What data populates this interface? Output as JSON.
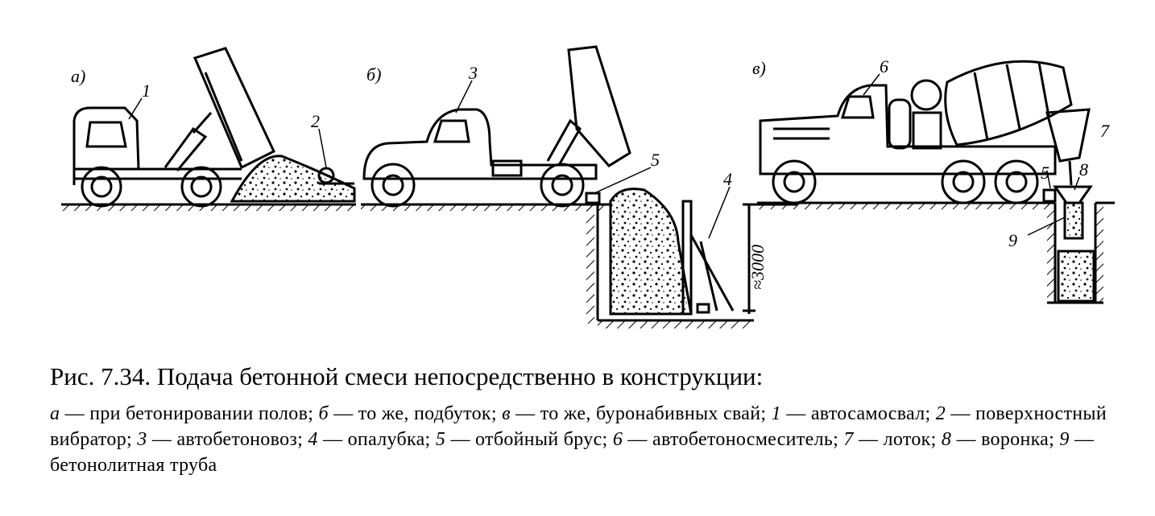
{
  "figure": {
    "panels": [
      {
        "id": "a",
        "label": "а)"
      },
      {
        "id": "b",
        "label": "б)"
      },
      {
        "id": "v",
        "label": "в)"
      }
    ],
    "callouts": [
      "1",
      "2",
      "3",
      "4",
      "5",
      "5",
      "6",
      "7",
      "8",
      "9"
    ],
    "dimension_text": "≈3000"
  },
  "caption": {
    "title": "Рис. 7.34. Подача бетонной смеси непосредственно в конструкции:",
    "items": [
      {
        "key": "а",
        "text": " — при бетонировании полов; "
      },
      {
        "key": "б",
        "text": " — то же, подбуток; "
      },
      {
        "key": "в",
        "text": " — то же, буронабивных свай; "
      },
      {
        "key": "1",
        "text": " — автосамосвал; "
      },
      {
        "key": "2",
        "text": " — поверхностный вибратор; "
      },
      {
        "key": "3",
        "text": " — автобетоновоз; "
      },
      {
        "key": "4",
        "text": " — опалубка; "
      },
      {
        "key": "5",
        "text": " — отбойный брус; "
      },
      {
        "key": "6",
        "text": " — автобетоносмеситель; "
      },
      {
        "key": "7",
        "text": " — лоток; "
      },
      {
        "key": "8",
        "text": " — воронка; "
      },
      {
        "key": "9",
        "text": " — бетонолитная труба"
      }
    ]
  }
}
